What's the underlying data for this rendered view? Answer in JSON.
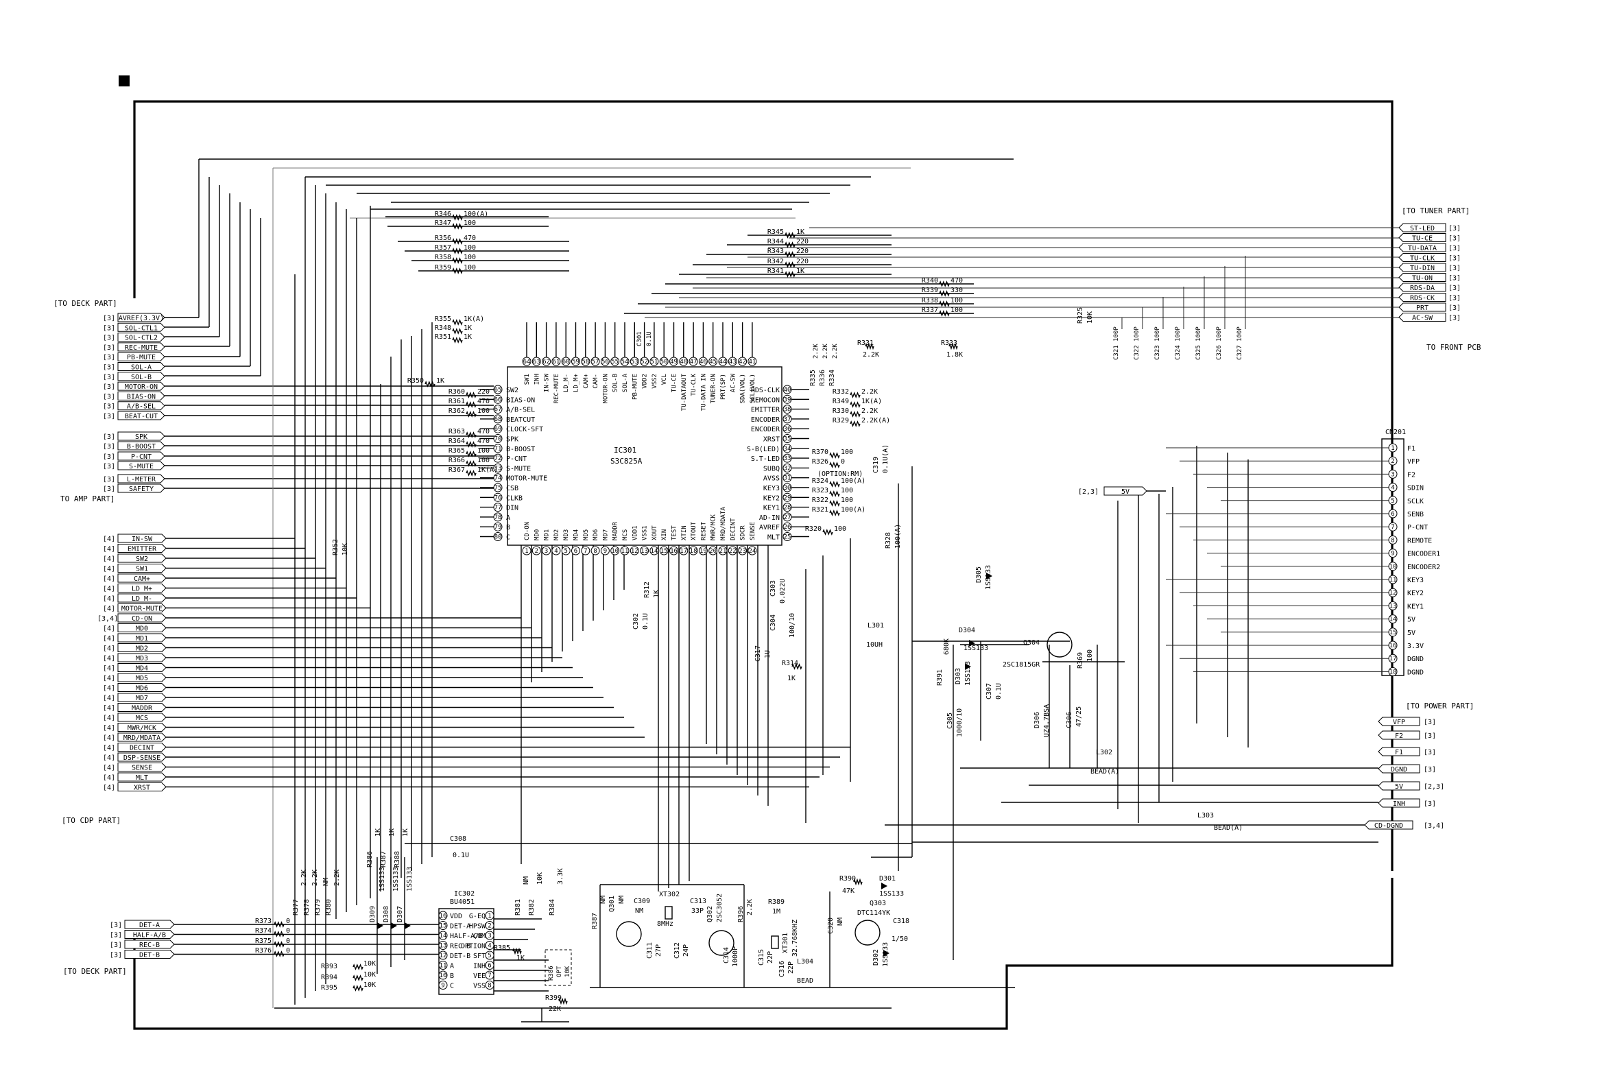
{
  "sections": {
    "to_deck_part": "[TO DECK PART]",
    "to_amp_part": "TO AMP PART]",
    "to_cdp_part": "[TO CDP PART]",
    "to_deck_part_2": "[TO DECK PART]",
    "to_tuner_part": "[TO TUNER PART]",
    "to_front_pcb": "TO FRONT PCB",
    "to_power_part": "[TO POWER PART]"
  },
  "ic301": {
    "ref": "IC301",
    "part": "S3C825A"
  },
  "ic302": {
    "ref": "IC302",
    "part": "BU4051"
  },
  "cn201": "CN201",
  "deck_signals": [
    {
      "ref": "[3]",
      "label": "AVREF(3.3V)"
    },
    {
      "ref": "[3]",
      "label": "SOL-CTL1"
    },
    {
      "ref": "[3]",
      "label": "SOL-CTL2"
    },
    {
      "ref": "[3]",
      "label": "REC-MUTE"
    },
    {
      "ref": "[3]",
      "label": "PB-MUTE"
    },
    {
      "ref": "[3]",
      "label": "SOL-A"
    },
    {
      "ref": "[3]",
      "label": "SOL-B"
    },
    {
      "ref": "[3]",
      "label": "MOTOR-ON"
    },
    {
      "ref": "[3]",
      "label": "BIAS-ON"
    },
    {
      "ref": "[3]",
      "label": "A/B-SEL"
    },
    {
      "ref": "[3]",
      "label": "BEAT-CUT"
    }
  ],
  "amp_signals": [
    {
      "ref": "[3]",
      "label": "SPK"
    },
    {
      "ref": "[3]",
      "label": "B-BOOST"
    },
    {
      "ref": "[3]",
      "label": "P-CNT"
    },
    {
      "ref": "[3]",
      "label": "S-MUTE"
    },
    {
      "ref": "[3]",
      "label": "L-METER"
    },
    {
      "ref": "[3]",
      "label": "SAFETY"
    }
  ],
  "cdp_signals": [
    {
      "ref": "[4]",
      "label": "IN-SW"
    },
    {
      "ref": "[4]",
      "label": "EMITTER"
    },
    {
      "ref": "[4]",
      "label": "SW2"
    },
    {
      "ref": "[4]",
      "label": "SW1"
    },
    {
      "ref": "[4]",
      "label": "CAM+"
    },
    {
      "ref": "[4]",
      "label": "LD_M+"
    },
    {
      "ref": "[4]",
      "label": "LD_M-"
    },
    {
      "ref": "[4]",
      "label": "MOTOR-MUTE"
    },
    {
      "ref": "[3,4]",
      "label": "CD-ON"
    },
    {
      "ref": "[4]",
      "label": "MD0"
    },
    {
      "ref": "[4]",
      "label": "MD1"
    },
    {
      "ref": "[4]",
      "label": "MD2"
    },
    {
      "ref": "[4]",
      "label": "MD3"
    },
    {
      "ref": "[4]",
      "label": "MD4"
    },
    {
      "ref": "[4]",
      "label": "MD5"
    },
    {
      "ref": "[4]",
      "label": "MD6"
    },
    {
      "ref": "[4]",
      "label": "MD7"
    },
    {
      "ref": "[4]",
      "label": "MADDR"
    },
    {
      "ref": "[4]",
      "label": "MCS"
    },
    {
      "ref": "[4]",
      "label": "MWR/MCK"
    },
    {
      "ref": "[4]",
      "label": "MRD/MDATA"
    },
    {
      "ref": "[4]",
      "label": "DECINT"
    },
    {
      "ref": "[4]",
      "label": "DSP-SENSE"
    },
    {
      "ref": "[4]",
      "label": "SENSE"
    },
    {
      "ref": "[4]",
      "label": "MLT"
    },
    {
      "ref": "[4]",
      "label": "XRST"
    }
  ],
  "deck2_signals": [
    {
      "ref": "[3]",
      "label": "DET-A"
    },
    {
      "ref": "[3]",
      "label": "HALF-A/B"
    },
    {
      "ref": "[3]",
      "label": "REC-B"
    },
    {
      "ref": "[3]",
      "label": "DET-B"
    }
  ],
  "tuner_signals": [
    {
      "label": "ST-LED",
      "ref": "[3]"
    },
    {
      "label": "TU-CE",
      "ref": "[3]"
    },
    {
      "label": "TU-DATA",
      "ref": "[3]"
    },
    {
      "label": "TU-CLK",
      "ref": "[3]"
    },
    {
      "label": "TU-DIN",
      "ref": "[3]"
    },
    {
      "label": "TU-ON",
      "ref": "[3]"
    },
    {
      "label": "RDS-DA",
      "ref": "[3]"
    },
    {
      "label": "RDS-CK",
      "ref": "[3]"
    },
    {
      "label": "PRT",
      "ref": "[3]"
    },
    {
      "label": "AC-SW",
      "ref": "[3]"
    }
  ],
  "power_signals": [
    {
      "label": "VFP",
      "ref": "[3]"
    },
    {
      "label": "F2",
      "ref": "[3]"
    },
    {
      "label": "F1",
      "ref": "[3]"
    },
    {
      "label": "DGND",
      "ref": "[3]"
    },
    {
      "label": "5V",
      "ref": "[2,3]"
    },
    {
      "label": "INH",
      "ref": "[3]"
    },
    {
      "label": "CD-DGND",
      "ref": "[3,4]"
    }
  ],
  "power_5v_in": {
    "ref": "[2,3]",
    "label": "5V"
  },
  "cn201_pins": [
    {
      "n": "1",
      "label": "F1"
    },
    {
      "n": "2",
      "label": "VFP"
    },
    {
      "n": "3",
      "label": "F2"
    },
    {
      "n": "4",
      "label": "SDIN"
    },
    {
      "n": "5",
      "label": "SCLK"
    },
    {
      "n": "6",
      "label": "SENB"
    },
    {
      "n": "7",
      "label": "P-CNT"
    },
    {
      "n": "8",
      "label": "REMOTE"
    },
    {
      "n": "9",
      "label": "ENCODER1"
    },
    {
      "n": "10",
      "label": "ENCODER2"
    },
    {
      "n": "11",
      "label": "KEY3"
    },
    {
      "n": "12",
      "label": "KEY2"
    },
    {
      "n": "13",
      "label": "KEY1"
    },
    {
      "n": "14",
      "label": "5V"
    },
    {
      "n": "15",
      "label": "5V"
    },
    {
      "n": "16",
      "label": "3.3V"
    },
    {
      "n": "17",
      "label": "DGND"
    },
    {
      "n": "18",
      "label": "DGND"
    }
  ],
  "ic301_left_pins": [
    {
      "n": "65",
      "label": "SW2"
    },
    {
      "n": "66",
      "label": "BIAS-ON"
    },
    {
      "n": "67",
      "label": "A/B-SEL"
    },
    {
      "n": "68",
      "label": "BEATCUT"
    },
    {
      "n": "69",
      "label": "CLOCK-SFT"
    },
    {
      "n": "70",
      "label": "SPK"
    },
    {
      "n": "71",
      "label": "B-BOOST"
    },
    {
      "n": "72",
      "label": "P-CNT"
    },
    {
      "n": "73",
      "label": "S-MUTE"
    },
    {
      "n": "74",
      "label": "MOTOR-MUTE"
    },
    {
      "n": "75",
      "label": "CSB"
    },
    {
      "n": "76",
      "label": "CLKB"
    },
    {
      "n": "77",
      "label": "DIN"
    },
    {
      "n": "78",
      "label": "A"
    },
    {
      "n": "79",
      "label": "B"
    },
    {
      "n": "80",
      "label": "C"
    }
  ],
  "ic301_right_pins": [
    {
      "n": "40",
      "label": "RDS-CLK"
    },
    {
      "n": "39",
      "label": "REMOCON"
    },
    {
      "n": "38",
      "label": "EMITTER"
    },
    {
      "n": "37",
      "label": "ENCODER"
    },
    {
      "n": "36",
      "label": "ENCODER"
    },
    {
      "n": "35",
      "label": "XRST"
    },
    {
      "n": "34",
      "label": "S-B(LED)"
    },
    {
      "n": "33",
      "label": "S.T-LED"
    },
    {
      "n": "32",
      "label": "SUBQ"
    },
    {
      "n": "31",
      "label": "AVSS"
    },
    {
      "n": "30",
      "label": "KEY3"
    },
    {
      "n": "29",
      "label": "KEY2"
    },
    {
      "n": "28",
      "label": "KEY1"
    },
    {
      "n": "27",
      "label": "AD-IN"
    },
    {
      "n": "26",
      "label": "AVREF"
    },
    {
      "n": "25",
      "label": "MLT"
    }
  ],
  "ic301_top_pins": [
    {
      "n": "64",
      "label": "SW1"
    },
    {
      "n": "63",
      "label": "INH"
    },
    {
      "n": "62",
      "label": "IN-SW"
    },
    {
      "n": "61",
      "label": "REC-MUTE"
    },
    {
      "n": "60",
      "label": "LD_M-"
    },
    {
      "n": "59",
      "label": "LD_M+"
    },
    {
      "n": "58",
      "label": "CAM+"
    },
    {
      "n": "57",
      "label": "CAM-"
    },
    {
      "n": "56",
      "label": "MOTOR-ON"
    },
    {
      "n": "55",
      "label": "SOL-B"
    },
    {
      "n": "54",
      "label": "SOL-A"
    },
    {
      "n": "53",
      "label": "PB-MUTE"
    },
    {
      "n": "52",
      "label": "VDD2"
    },
    {
      "n": "51",
      "label": "VSS2"
    },
    {
      "n": "50",
      "label": "VCL"
    },
    {
      "n": "49",
      "label": "TU-CE"
    },
    {
      "n": "48",
      "label": "TU-DATAOUT"
    },
    {
      "n": "47",
      "label": "TU-CLK"
    },
    {
      "n": "46",
      "label": "TU-DATA IN"
    },
    {
      "n": "45",
      "label": "TUNER-ON"
    },
    {
      "n": "44",
      "label": "PRT(SP)"
    },
    {
      "n": "43",
      "label": "AC-SW"
    },
    {
      "n": "42",
      "label": "SDA(VOL)"
    },
    {
      "n": "41",
      "label": "SCL(VOL)"
    }
  ],
  "ic301_bottom_pins": [
    {
      "n": "1",
      "label": "CD-ON"
    },
    {
      "n": "2",
      "label": "MD0"
    },
    {
      "n": "3",
      "label": "MD1"
    },
    {
      "n": "4",
      "label": "MD2"
    },
    {
      "n": "5",
      "label": "MD3"
    },
    {
      "n": "6",
      "label": "MD4"
    },
    {
      "n": "7",
      "label": "MD5"
    },
    {
      "n": "8",
      "label": "MD6"
    },
    {
      "n": "9",
      "label": "MD7"
    },
    {
      "n": "10",
      "label": "MADDR"
    },
    {
      "n": "11",
      "label": "MCS"
    },
    {
      "n": "12",
      "label": "VDD1"
    },
    {
      "n": "13",
      "label": "VSS1"
    },
    {
      "n": "14",
      "label": "XOUT"
    },
    {
      "n": "15",
      "label": "XIN"
    },
    {
      "n": "16",
      "label": "TEST"
    },
    {
      "n": "17",
      "label": "XTIN"
    },
    {
      "n": "18",
      "label": "XTOUT"
    },
    {
      "n": "19",
      "label": "RESET"
    },
    {
      "n": "20",
      "label": "MWR/MCK"
    },
    {
      "n": "21",
      "label": "MRD/MDATA"
    },
    {
      "n": "22",
      "label": "DECINT"
    },
    {
      "n": "23",
      "label": "SDCR"
    },
    {
      "n": "24",
      "label": "SENSE"
    }
  ],
  "ic302_left_pins": [
    {
      "n": "16",
      "label": "VDD"
    },
    {
      "n": "15",
      "label": "DET-A"
    },
    {
      "n": "14",
      "label": "HALF-A/B"
    },
    {
      "n": "13",
      "label": "REC-B"
    },
    {
      "n": "12",
      "label": "DET-B"
    },
    {
      "n": "11",
      "label": "A"
    },
    {
      "n": "10",
      "label": "B"
    },
    {
      "n": "9",
      "label": "C"
    }
  ],
  "ic302_right_pins": [
    {
      "n": "1",
      "label": "G-EQ"
    },
    {
      "n": "2",
      "label": "HPSW"
    },
    {
      "n": "3",
      "label": "COM"
    },
    {
      "n": "4",
      "label": "OPTION"
    },
    {
      "n": "5",
      "label": "SFT"
    },
    {
      "n": "6",
      "label": "INH"
    },
    {
      "n": "7",
      "label": "VEE"
    },
    {
      "n": "8",
      "label": "VSS"
    }
  ],
  "resistors_top": [
    {
      "name": "R346",
      "value": "100(A)"
    },
    {
      "name": "R347",
      "value": "100"
    },
    {
      "name": "R356",
      "value": "470"
    },
    {
      "name": "R357",
      "value": "100"
    },
    {
      "name": "R358",
      "value": "100"
    },
    {
      "name": "R359",
      "value": "100"
    },
    {
      "name": "R345",
      "value": "1K"
    },
    {
      "name": "R344",
      "value": "220"
    },
    {
      "name": "R343",
      "value": "220"
    },
    {
      "name": "R342",
      "value": "220"
    },
    {
      "name": "R341",
      "value": "1K"
    },
    {
      "name": "R340",
      "value": "470"
    },
    {
      "name": "R339",
      "value": "330"
    },
    {
      "name": "R338",
      "value": "100"
    },
    {
      "name": "R337",
      "value": "100"
    }
  ],
  "resistors_mid": [
    {
      "name": "R355",
      "value": "1K(A)"
    },
    {
      "name": "R348",
      "value": "1K"
    },
    {
      "name": "R351",
      "value": "1K"
    },
    {
      "name": "R350",
      "value": "1K"
    },
    {
      "name": "R360",
      "value": "220"
    },
    {
      "name": "R361",
      "value": "470"
    },
    {
      "name": "R362",
      "value": "100"
    },
    {
      "name": "R363",
      "value": "470"
    },
    {
      "name": "R364",
      "value": "470"
    },
    {
      "name": "R365",
      "value": "100"
    },
    {
      "name": "R366",
      "value": "100"
    },
    {
      "name": "R367",
      "value": "1K(A)"
    }
  ],
  "resistors_right": [
    {
      "name": "R332",
      "value": "2.2K"
    },
    {
      "name": "R349",
      "value": "1K(A)"
    },
    {
      "name": "R330",
      "value": "2.2K"
    },
    {
      "name": "R329",
      "value": "2.2K(A)"
    },
    {
      "name": "R370",
      "value": "100"
    },
    {
      "name": "R326",
      "value": "0"
    },
    {
      "name": "R324",
      "value": "100(A)"
    },
    {
      "name": "R323",
      "value": "100"
    },
    {
      "name": "R322",
      "value": "100"
    },
    {
      "name": "R321",
      "value": "100(A)"
    },
    {
      "name": "R320",
      "value": "100"
    }
  ],
  "misc": {
    "option_rm": "(OPTION:RM)",
    "r331": "R331",
    "r331v": "2.2K",
    "r333": "R333",
    "r333v": "1.8K",
    "r325": "R325",
    "r325v": "10K",
    "c_tuner": [
      "C321 100P",
      "C322 100P",
      "C323 100P",
      "C324 100P",
      "C325 100P",
      "C326 100P",
      "C327 100P"
    ],
    "r352": "R352",
    "r352v": "10K",
    "r328": "R328",
    "r328v": "100(A)",
    "c319": "C319",
    "c319v": "0.1U(A)",
    "c303": "C303",
    "c303v": "0.022U",
    "c304": "C304",
    "c304v": "100/10",
    "c302": "C302",
    "c302v": "0.1U",
    "c301": "C301",
    "c301v": "0.1U",
    "r312": "R312",
    "r312v": "1K",
    "l301": "L301",
    "l301v": "10UH",
    "c317": "C317",
    "c317v": "1U",
    "r314": "R314",
    "r314v": "1K",
    "d304": "D304",
    "d304v": "1SS133",
    "d305": "D305",
    "d305v": "1SS133",
    "d303": "D303",
    "d303v": "1SS133",
    "q304": "Q304",
    "q304v": "2SC1815GR",
    "r391": "R391",
    "r391v": "680K",
    "r369": "R369",
    "r369v": "100",
    "c307": "C307",
    "c307v": "0.1U",
    "c305": "C305",
    "c305v": "1000/10",
    "d306": "D306",
    "d306v": "UZ4.7BSA",
    "c306": "C306",
    "c306v": "47/25",
    "l302": "L302",
    "l302v": "BEAD(A)",
    "l303": "L303",
    "l303v": "BEAD(A)",
    "c308": "C308",
    "c308v": "0.1U",
    "r386": "R386",
    "r386v": "1K",
    "r387": "R387",
    "r387v": "1K",
    "r388": "R388",
    "r388v": "1K",
    "d309": "D309",
    "d308": "D308",
    "d307": "D307",
    "dval": "1SS133",
    "r377": "R377",
    "r378": "R378",
    "r379": "R379",
    "r380": "R380",
    "r377v": "2.2K",
    "r378v": "2.2K",
    "r379v": "NM",
    "r380v": "2.2K",
    "r373": "R373",
    "r374": "R374",
    "r375": "R375",
    "r376": "R376",
    "r37xv": "0",
    "r393": "R393",
    "r394": "R394",
    "r395": "R395",
    "r39xv": "10K",
    "r381": "R381",
    "r381v": "NM",
    "r382": "R382",
    "r382v": "10K",
    "r384": "R384",
    "r384v": "3.3K",
    "r385": "R385",
    "r385v": "1K",
    "r386b": "R386",
    "r386bv": "10K",
    "r399": "R399",
    "r399v": "22K",
    "opt": "OPT",
    "q301": "Q301",
    "q301v": "NM",
    "r387b": "R387",
    "r387bv": "NM",
    "c309": "C309",
    "c309v": "NM",
    "xt302": "XT302",
    "xt302v": "8MHz",
    "c313": "C313",
    "c313v": "33P",
    "q302": "Q302",
    "q302v": "2SC3052",
    "r396": "R396",
    "r396v": "2.2K",
    "c311": "C311",
    "c311v": "27P",
    "c312": "C312",
    "c312v": "24P",
    "c314": "C314",
    "c314v": "1000P",
    "r389": "R389",
    "r389v": "1M",
    "xt301": "XT301",
    "xt301v": "32.768KHZ",
    "c315": "C315",
    "c315v": "22P",
    "c316": "C316",
    "c316v": "22P",
    "l304": "L304",
    "l304v": "BEAD",
    "r390": "R390",
    "r390v": "47K",
    "d301": "D301",
    "d301v": "1SS133",
    "q303": "Q303",
    "q303v": "DTC114YK",
    "c318": "C318",
    "c318v": "1/50",
    "c320": "C320",
    "c320v": "NM",
    "d302": "D302",
    "d302v": "1SS133",
    "r335": "R335",
    "r336": "R336",
    "r334": "R334",
    "r33xv": "2.2K"
  },
  "colors": {
    "ink": "#000000",
    "paper": "#ffffff",
    "gray": "#777777"
  }
}
